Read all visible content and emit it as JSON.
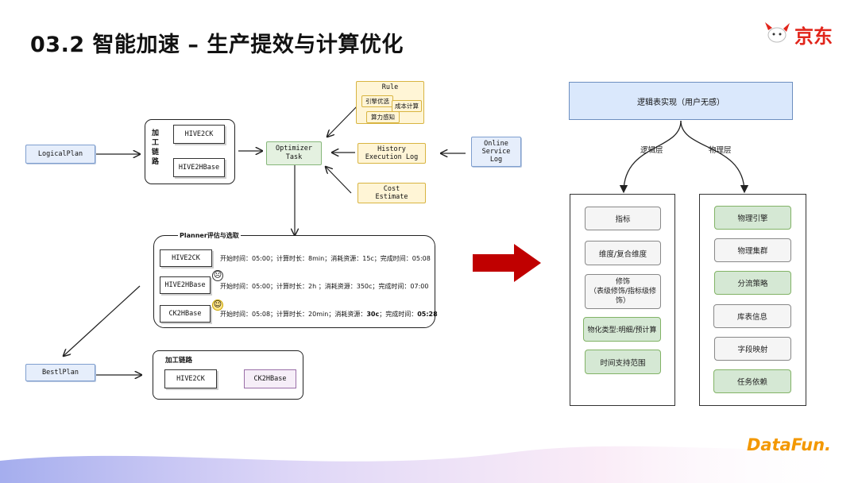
{
  "slide": {
    "title": "03.2  智能加速 – 生产提效与计算优化",
    "brand_cn": "京东",
    "brand_footer": "DataFun."
  },
  "left": {
    "logical_plan": "LogicalPlan",
    "proc_chain_vertical": "加工链路",
    "hive2ck": "HIVE2CK",
    "hive2hbase": "HIVE2HBase",
    "optimizer": "Optimizer Task",
    "rule_title": "Rule",
    "rule_items": [
      "引擎优选",
      "成本计算",
      "算力感知"
    ],
    "history": "History Execution Log",
    "cost": "Cost Estimate",
    "online": "Online Service Log",
    "planner_title": "Planner评估与选取",
    "planner_rows": [
      {
        "name": "HIVE2CK",
        "desc": "开始时间：05:00；计算时长：8min；消耗资源：15c；完成时间：05:08"
      },
      {
        "name": "HIVE2HBase",
        "desc": "开始时间：05:00；计算时长：2h ；消耗资源：350c；完成时间：07:00"
      },
      {
        "name": "CK2HBase",
        "desc_a": "开始时间：05:08；计算时长：20min；消耗资源：",
        "desc_b": "30c",
        "desc_c": "；完成时间：",
        "desc_d": "05:28"
      }
    ],
    "best_plan": "BestlPlan",
    "final_chain_title": "加工链路",
    "final_a": "HIVE2CK",
    "final_b": "CK2HBase"
  },
  "right": {
    "top": "逻辑表实现（用户无感）",
    "left_label": "逻辑层",
    "right_label": "物理层",
    "logical_items": [
      {
        "text": "指标",
        "style": "gray"
      },
      {
        "text": "维度/复合维度",
        "style": "gray"
      },
      {
        "text": "修饰\n（表级修饰/指标级修饰）",
        "style": "gray"
      },
      {
        "text": "物化类型:明细/预计算",
        "style": "green"
      },
      {
        "text": "时间支持范围",
        "style": "green"
      }
    ],
    "physical_items": [
      {
        "text": "物理引擎",
        "style": "green"
      },
      {
        "text": "物理集群",
        "style": "gray"
      },
      {
        "text": "分流策略",
        "style": "green"
      },
      {
        "text": "库表信息",
        "style": "gray"
      },
      {
        "text": "字段映射",
        "style": "gray"
      },
      {
        "text": "任务依赖",
        "style": "green"
      }
    ]
  },
  "colors": {
    "arrow_red": "#c00000",
    "jd_red": "#e1251b",
    "datafun_orange": "#f39800"
  }
}
